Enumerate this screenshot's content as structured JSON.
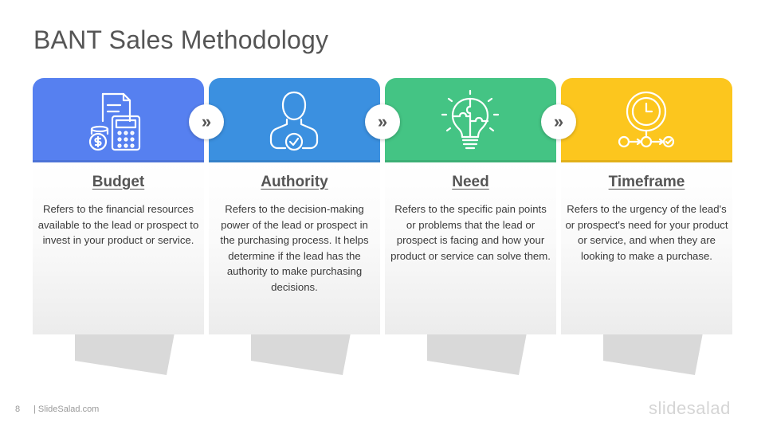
{
  "slide": {
    "title": "BANT Sales Methodology",
    "page_number": "8",
    "source": "| SlideSalad.com",
    "brand": "slidesalad"
  },
  "arrow_glyph": "»",
  "cards": [
    {
      "title": "Budget",
      "description": "Refers to the financial resources available to the lead or prospect to invest in your product or service.",
      "color": "#5680f0",
      "icon": "budget-calculator-icon"
    },
    {
      "title": "Authority",
      "description": "Refers to the decision-making power of the lead or prospect in the purchasing process. It helps determine if the lead has the authority to make purchasing decisions.",
      "color": "#3b90e0",
      "icon": "person-check-icon"
    },
    {
      "title": "Need",
      "description": "Refers to the specific pain points or problems that the lead or prospect is facing and how your product or service can solve them.",
      "color": "#44c484",
      "icon": "lightbulb-puzzle-icon"
    },
    {
      "title": "Timeframe",
      "description": "Refers to the urgency of the lead's or prospect's need for your product or service, and when they are looking to make a purchase.",
      "color": "#fcc61e",
      "icon": "clock-timeline-icon"
    }
  ]
}
